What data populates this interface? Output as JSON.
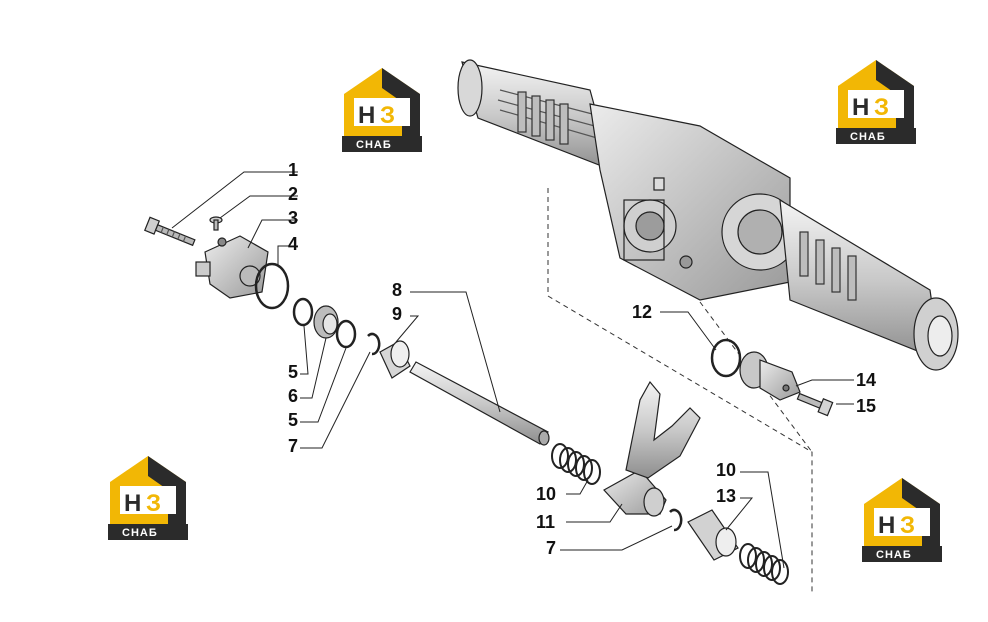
{
  "callouts": [
    {
      "id": "c1",
      "label": "1"
    },
    {
      "id": "c2",
      "label": "2"
    },
    {
      "id": "c3",
      "label": "3"
    },
    {
      "id": "c4",
      "label": "4"
    },
    {
      "id": "c5a",
      "label": "5"
    },
    {
      "id": "c6",
      "label": "6"
    },
    {
      "id": "c5b",
      "label": "5"
    },
    {
      "id": "c7a",
      "label": "7"
    },
    {
      "id": "c8",
      "label": "8"
    },
    {
      "id": "c9",
      "label": "9"
    },
    {
      "id": "c10a",
      "label": "10"
    },
    {
      "id": "c11",
      "label": "11"
    },
    {
      "id": "c7b",
      "label": "7"
    },
    {
      "id": "c10b",
      "label": "10"
    },
    {
      "id": "c13",
      "label": "13"
    },
    {
      "id": "c12",
      "label": "12"
    },
    {
      "id": "c14",
      "label": "14"
    },
    {
      "id": "c15",
      "label": "15"
    }
  ],
  "watermark": {
    "letters_h": "Н",
    "letters_z": "З",
    "caption": "СНАБ"
  },
  "colors": {
    "logo_yellow": "#f2b705",
    "logo_dark": "#2b2b2b",
    "line": "#222222"
  }
}
